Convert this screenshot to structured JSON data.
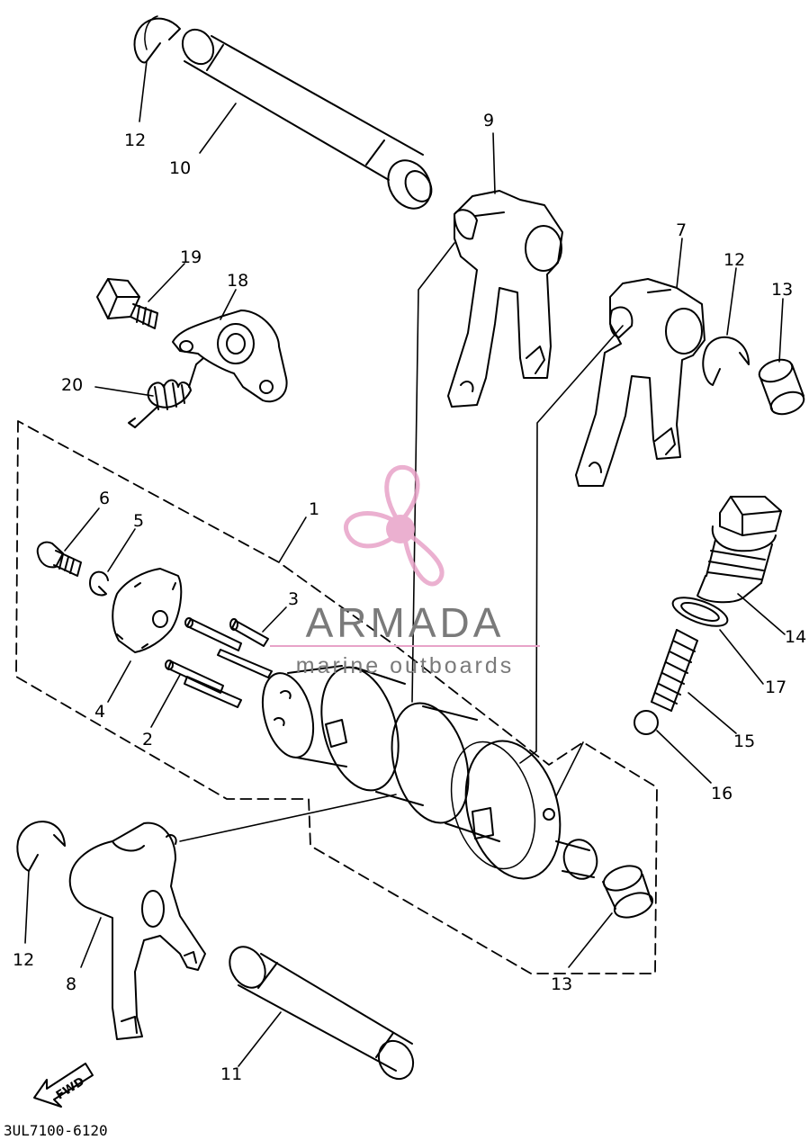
{
  "diagram_code": "3UL7100-6120",
  "fwd_label": "FWD",
  "watermark": {
    "brand": "ARMADA",
    "tagline": "marine outboards",
    "logo_color": "#e8a3c8",
    "text_color": "#7a7a7a"
  },
  "line_color": "#000000",
  "labels": {
    "l1": "1",
    "l2": "2",
    "l3": "3",
    "l4": "4",
    "l5": "5",
    "l6": "6",
    "l7": "7",
    "l8": "8",
    "l9": "9",
    "l10": "10",
    "l11": "11",
    "l12a": "12",
    "l12b": "12",
    "l12c": "12",
    "l13a": "13",
    "l13b": "13",
    "l14": "14",
    "l15": "15",
    "l16": "16",
    "l17": "17",
    "l18": "18",
    "l19": "19",
    "l20": "20"
  }
}
